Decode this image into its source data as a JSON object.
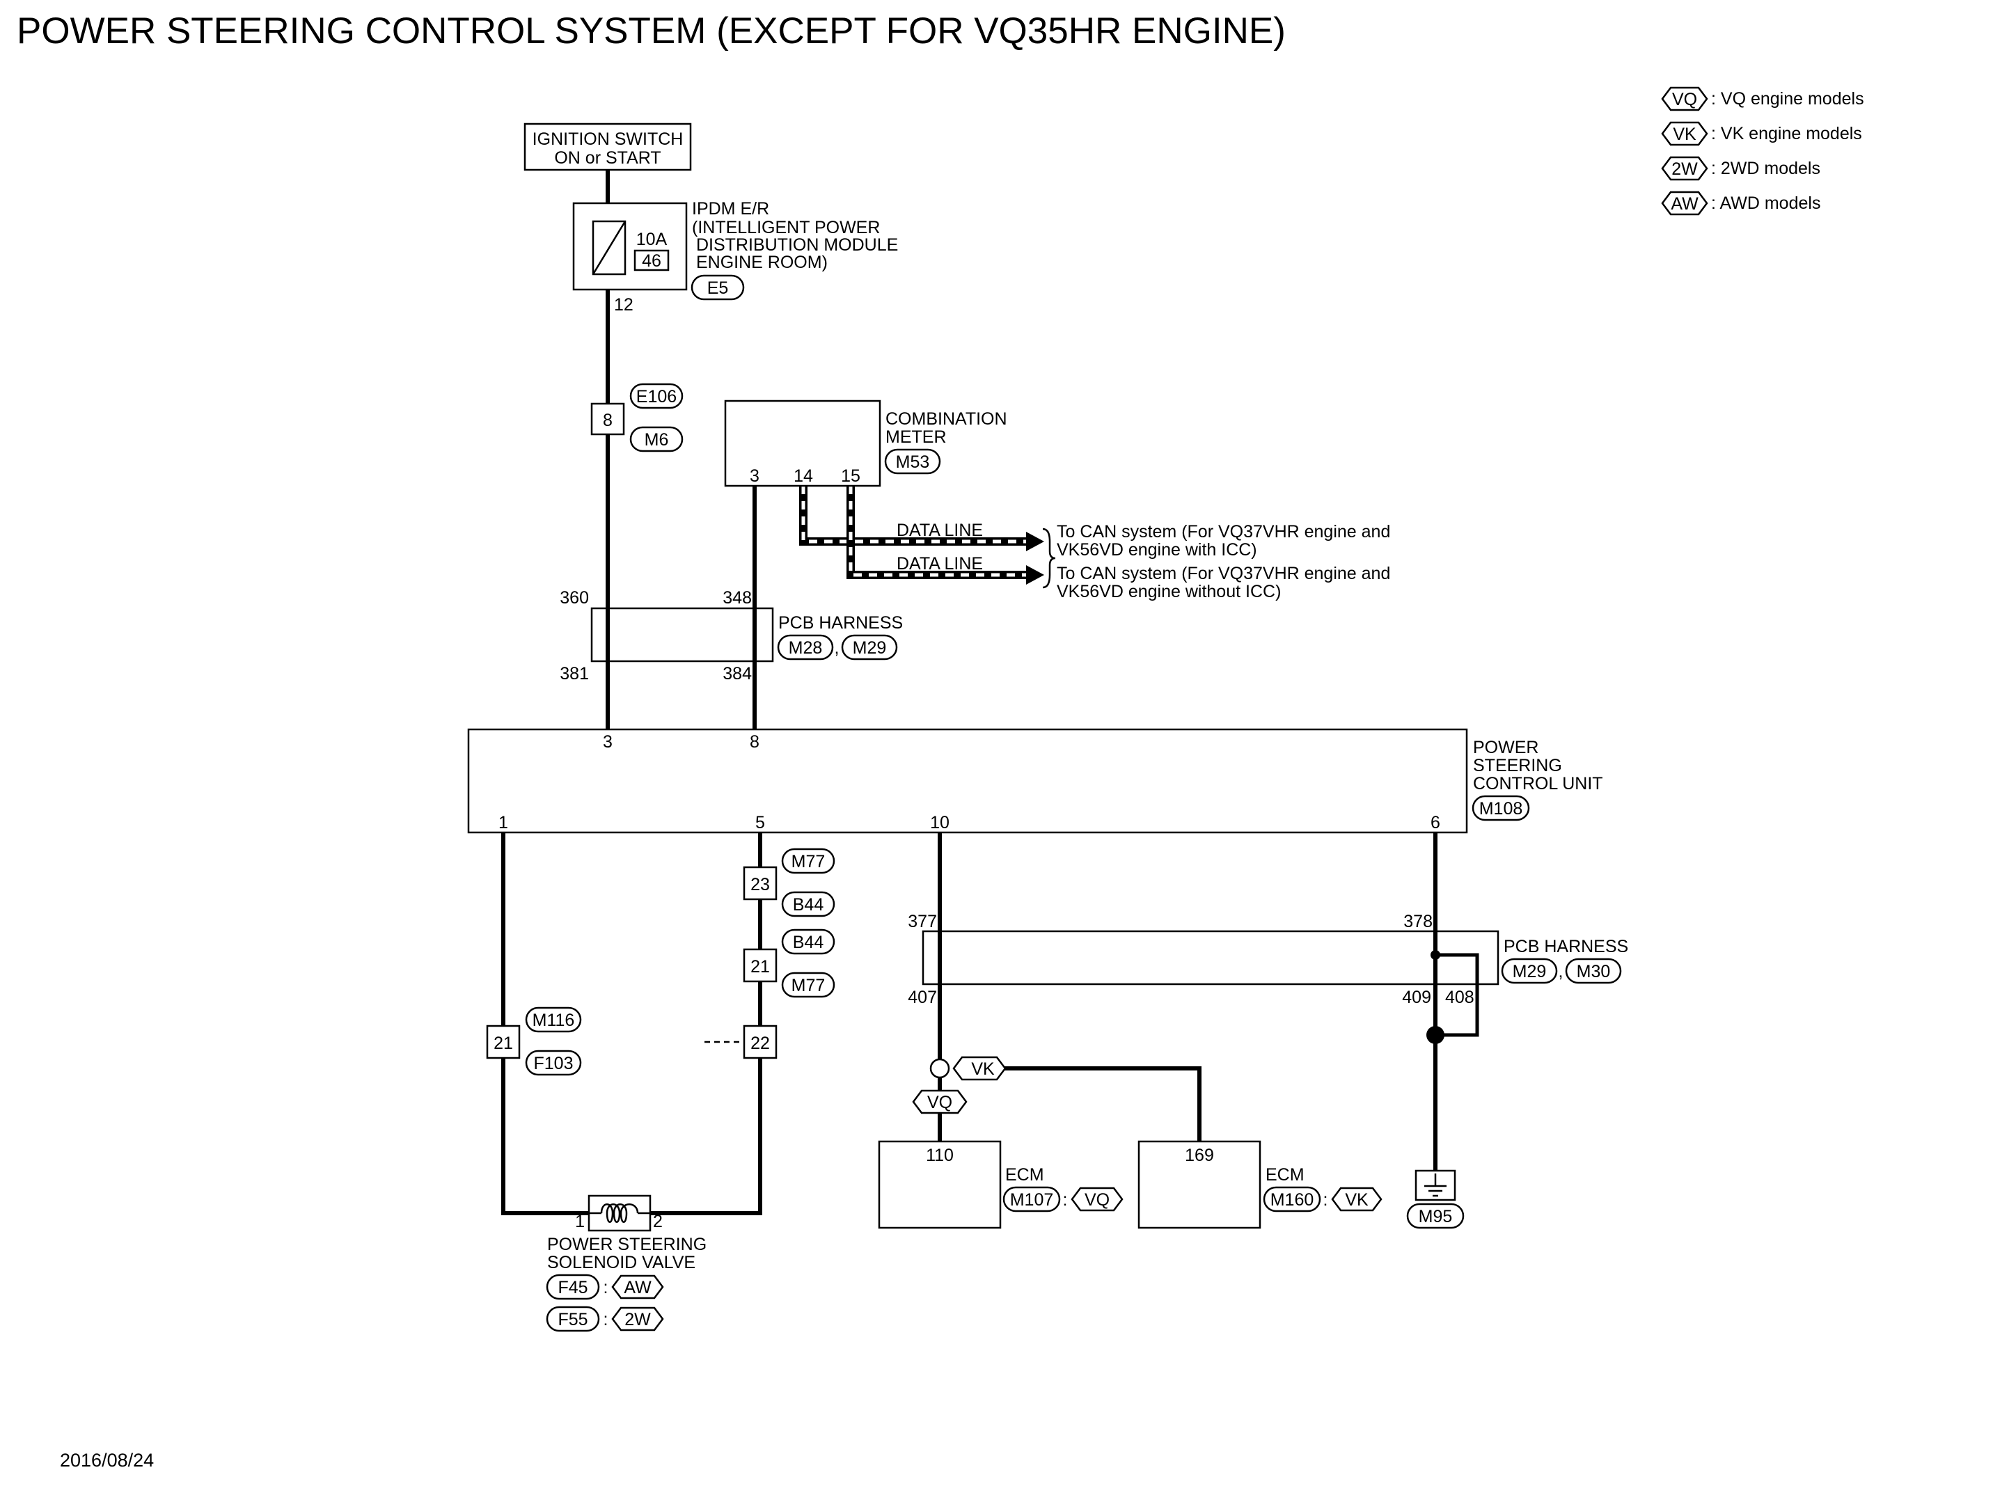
{
  "title": "POWER STEERING CONTROL SYSTEM (EXCEPT FOR VQ35HR ENGINE)",
  "date": "2016/08/24",
  "legend": [
    {
      "code": "VQ",
      "text": ": VQ engine models"
    },
    {
      "code": "VK",
      "text": ": VK engine models"
    },
    {
      "code": "2W",
      "text": ": 2WD models"
    },
    {
      "code": "AW",
      "text": ": AWD models"
    }
  ],
  "ignition": {
    "line1": "IGNITION SWITCH",
    "line2": "ON or START"
  },
  "ipdm": {
    "line1": "IPDM E/R",
    "line2": "(INTELLIGENT POWER",
    "line3": "DISTRIBUTION MODULE",
    "line4": "ENGINE ROOM)",
    "fuse_amp": "10A",
    "fuse_no": "46",
    "connector": "E5",
    "pin": "12"
  },
  "joint_e106": {
    "pin": "8",
    "conn_top": "E106",
    "conn_bottom": "M6"
  },
  "combination_meter": {
    "line1": "COMBINATION",
    "line2": "METER",
    "connector": "M53",
    "pins": [
      "3",
      "14",
      "15"
    ]
  },
  "data_lines": [
    {
      "label": "DATA LINE",
      "dest1": "To CAN system (For VQ37VHR engine and",
      "dest2": "VK56VD engine with ICC)"
    },
    {
      "label": "DATA LINE",
      "dest1": "To CAN system (For VQ37VHR engine and",
      "dest2": "VK56VD engine without ICC)"
    }
  ],
  "pcb_harness_1": {
    "label": "PCB HARNESS",
    "conn1": "M28",
    "conn2": "M29",
    "sep": ",",
    "pins_top": [
      "360",
      "348"
    ],
    "pins_bottom": [
      "381",
      "384"
    ]
  },
  "pscu": {
    "line1": "POWER",
    "line2": "STEERING",
    "line3": "CONTROL UNIT",
    "connector": "M108",
    "pins_top": [
      "3",
      "8"
    ],
    "pins_bottom": [
      "1",
      "5",
      "10",
      "6"
    ]
  },
  "joint_m77_a": {
    "pin": "23",
    "conn_top": "M77",
    "conn_bottom": "B44"
  },
  "joint_b44": {
    "pin": "21",
    "conn_top": "B44",
    "conn_bottom": "M77"
  },
  "joint_m116": {
    "pin_left": "21",
    "pin_right": "22",
    "conn_top": "M116",
    "conn_bottom": "F103"
  },
  "pcb_harness_2": {
    "label": "PCB HARNESS",
    "conn1": "M29",
    "conn2": "M30",
    "sep": ",",
    "pins_top": [
      "377",
      "378"
    ],
    "pins_bottom": [
      "407",
      "409",
      "408"
    ]
  },
  "splice_tags": {
    "vk": "VK",
    "vq": "VQ"
  },
  "ecm_vq": {
    "label": "ECM",
    "pin": "110",
    "connector": "M107",
    "sep": ":",
    "tag": "VQ"
  },
  "ecm_vk": {
    "label": "ECM",
    "pin": "169",
    "connector": "M160",
    "sep": ":",
    "tag": "VK"
  },
  "ground": {
    "connector": "M95"
  },
  "solenoid": {
    "line1": "POWER STEERING",
    "line2": "SOLENOID VALVE",
    "pin_left": "1",
    "pin_right": "2",
    "variants": [
      {
        "connector": "F45",
        "sep": ":",
        "tag": "AW"
      },
      {
        "connector": "F55",
        "sep": ":",
        "tag": "2W"
      }
    ]
  }
}
